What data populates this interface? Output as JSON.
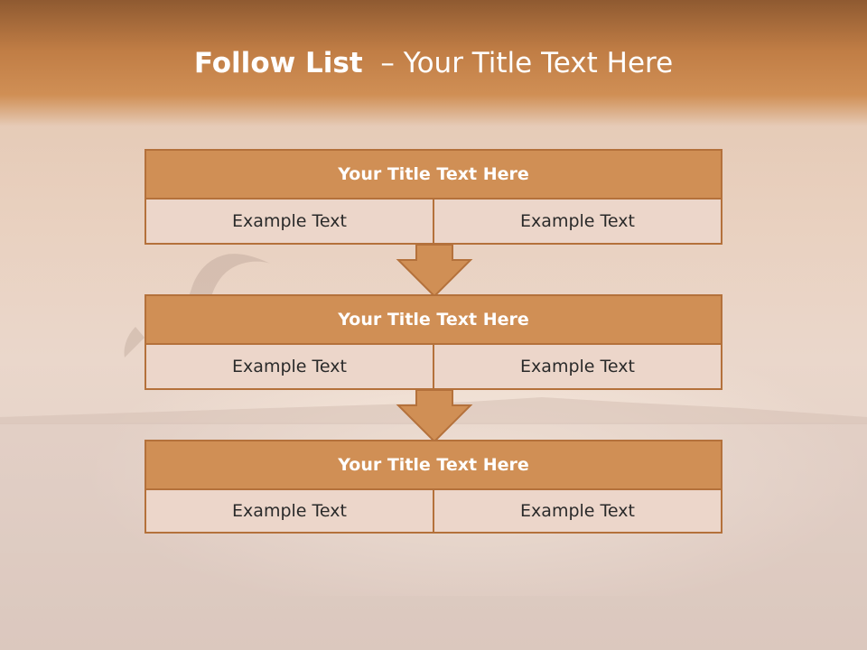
{
  "slide": {
    "title_bold": "Follow List",
    "title_rest": "  – Your Title Text Here"
  },
  "blocks": [
    {
      "title": "Your Title Text Here",
      "left": "Example Text",
      "right": "Example Text"
    },
    {
      "title": "Your Title Text Here",
      "left": "Example Text",
      "right": "Example Text"
    },
    {
      "title": "Your Title Text Here",
      "left": "Example Text",
      "right": "Example Text"
    }
  ],
  "colors": {
    "accent": "#d08f55",
    "border": "#b4713b",
    "cell_fill": "#ecd6ca"
  },
  "icons": [
    "down-arrow-icon",
    "down-arrow-icon"
  ]
}
